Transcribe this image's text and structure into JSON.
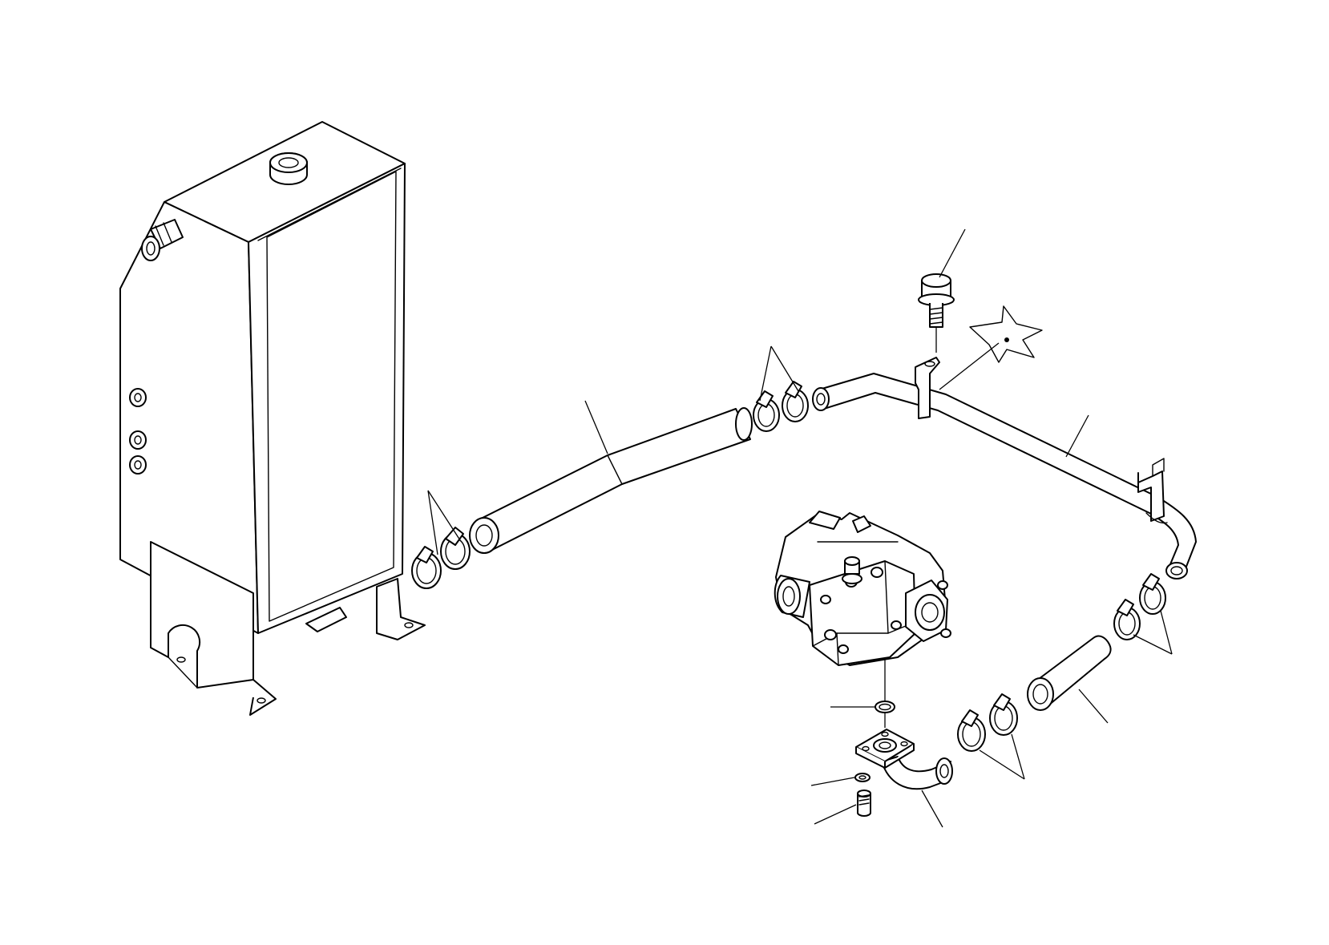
{
  "diagram": {
    "kind": "exploded parts diagram",
    "background": "#ffffff",
    "line_color": "#000000",
    "callout_labels": []
  },
  "parts": [
    {
      "id": "oil-cooler",
      "icon": "radiator-tank-icon"
    },
    {
      "id": "hose-upper",
      "icon": "hose-icon"
    },
    {
      "id": "tube-main",
      "icon": "bent-tube-icon"
    },
    {
      "id": "mount-bolt",
      "icon": "flange-bolt-icon"
    },
    {
      "id": "hose-lower",
      "icon": "hose-icon"
    },
    {
      "id": "elbow-hose",
      "icon": "elbow-hose-icon"
    },
    {
      "id": "flange-plate",
      "icon": "flange-icon"
    },
    {
      "id": "o-ring",
      "icon": "o-ring-icon"
    },
    {
      "id": "washer",
      "icon": "washer-icon"
    },
    {
      "id": "socket-bolt",
      "icon": "bolt-icon"
    },
    {
      "id": "hydraulic-pump",
      "icon": "pump-icon"
    },
    {
      "id": "hose-clamps",
      "icon": "clamp-icon"
    }
  ]
}
